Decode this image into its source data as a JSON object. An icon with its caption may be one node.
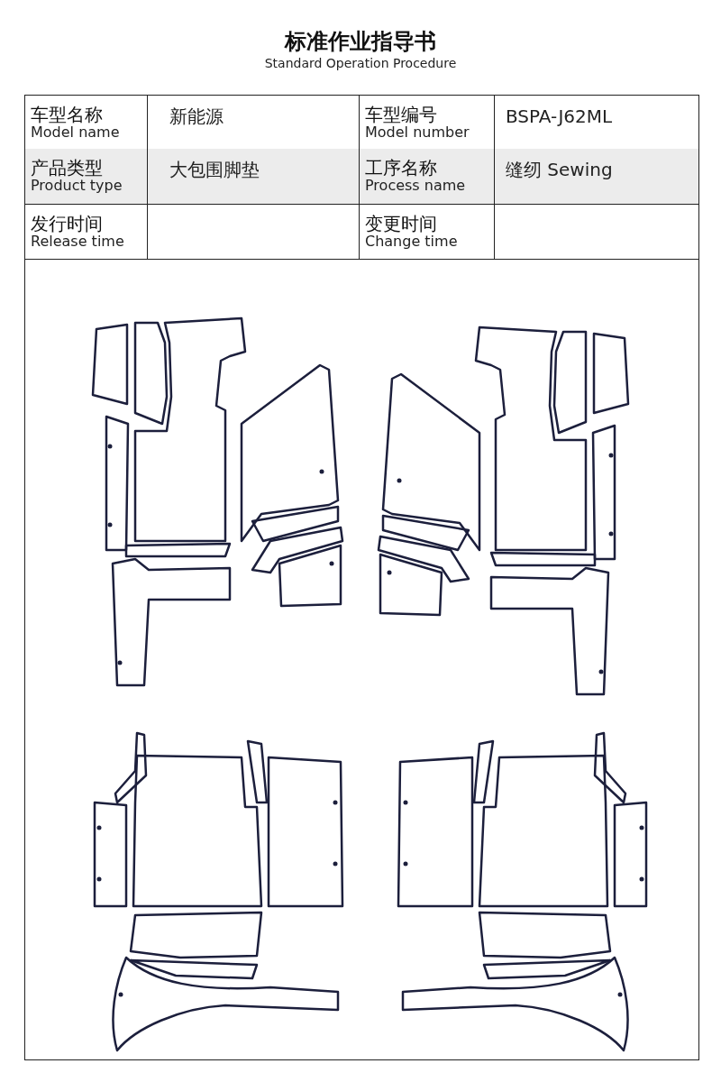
{
  "diagram": {
    "title": "标准作业指导书",
    "labels": [
      "Standard Operation Procedure",
      "车型名称",
      "Model name",
      "新能源",
      "车型编号",
      "Model number",
      "BSPA-J62ML",
      "产品类型",
      "Product type",
      "大包围脚垫",
      "工序名称",
      "Process name",
      "缝纫 Sewing",
      "发行时间",
      "Release time",
      "变更时间",
      "Change time"
    ]
  }
}
